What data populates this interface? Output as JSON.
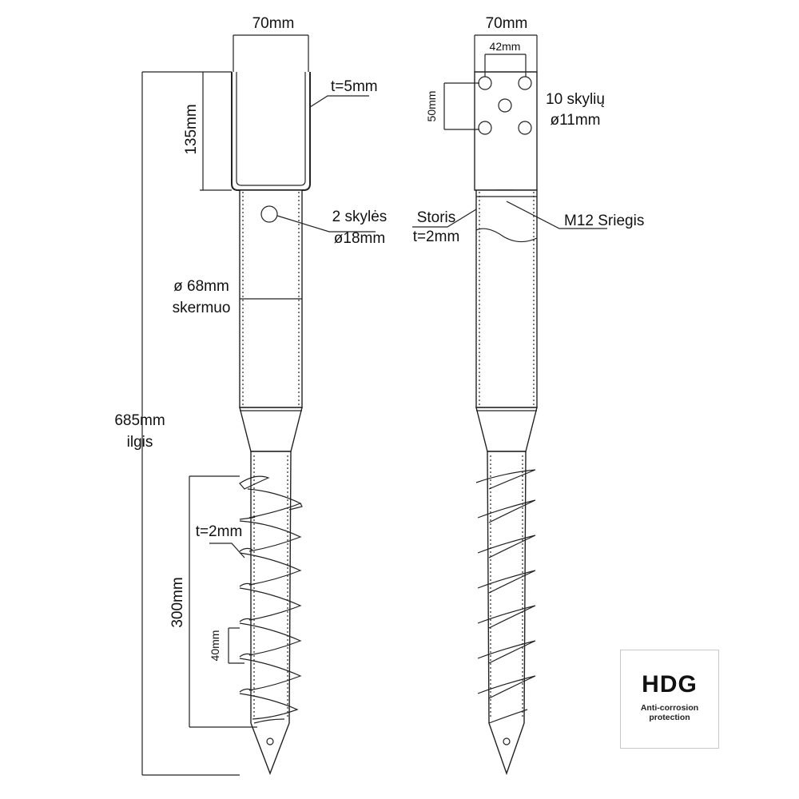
{
  "left_view": {
    "top_width": "70mm",
    "bracket_height": "135mm",
    "plate_thickness": "t=5mm",
    "holes_line1": "2 skylės",
    "holes_line2": "ø18mm",
    "diameter_line1": "ø 68mm",
    "diameter_line2": "skermuo",
    "length_line1": "685mm",
    "length_line2": "ilgis",
    "helix_thickness": "t=2mm",
    "helix_length": "300mm",
    "pitch": "40mm"
  },
  "right_view": {
    "top_width": "70mm",
    "hole_spacing_h": "42mm",
    "hole_spacing_v": "50mm",
    "holes_line1": "10 skylių",
    "holes_line2": "ø11mm",
    "wall_line1": "Storis",
    "wall_line2": "t=2mm",
    "thread": "M12 Sriegis"
  },
  "badge": {
    "title": "HDG",
    "subtitle_line1": "Anti-corrosion",
    "subtitle_line2": "protection"
  }
}
